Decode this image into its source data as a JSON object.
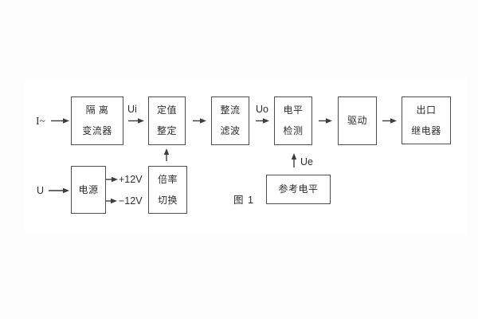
{
  "figure": {
    "caption": "图 1"
  },
  "labels": {
    "ac_current_input": "I~",
    "voltage_input": "U",
    "ui": "Ui",
    "uo": "Uo",
    "ue": "Ue",
    "plus_12v": "+12V",
    "minus_12v": "−12V"
  },
  "blocks": {
    "isolation_transformer": {
      "line1": "隔  离",
      "line2": "变流器"
    },
    "setting_adjust": {
      "line1": "定值",
      "line2": "整定"
    },
    "rectifier_filter": {
      "line1": "整流",
      "line2": "滤波"
    },
    "level_detector": {
      "line1": "电平",
      "line2": "检测"
    },
    "driver": {
      "line1": "驱动"
    },
    "output_relay": {
      "line1": "出口",
      "line2": "继电器"
    },
    "power_supply": {
      "line1": "电源"
    },
    "ratio_switch": {
      "line1": "倍率",
      "line2": "切换"
    },
    "reference_level": {
      "line1": "参考电平"
    }
  },
  "connections": [
    {
      "from": "I~",
      "to": "隔离变流器"
    },
    {
      "from": "隔离变流器",
      "to": "定值整定",
      "label": "Ui"
    },
    {
      "from": "定值整定",
      "to": "整流滤波"
    },
    {
      "from": "整流滤波",
      "to": "电平检测",
      "label": "Uo"
    },
    {
      "from": "电平检测",
      "to": "驱动"
    },
    {
      "from": "驱动",
      "to": "出口继电器"
    },
    {
      "from": "U",
      "to": "电源"
    },
    {
      "from": "电源",
      "to": "+12V"
    },
    {
      "from": "电源",
      "to": "−12V"
    },
    {
      "from": "倍率切换",
      "to": "定值整定"
    },
    {
      "from": "参考电平",
      "to": "电平检测",
      "label": "Ue"
    }
  ],
  "colors": {
    "line": "#3d3d3d",
    "border": "#4f4f4f",
    "text": "#2d2d2d",
    "background": "#fdfdfd",
    "panel": "#ffffff"
  }
}
